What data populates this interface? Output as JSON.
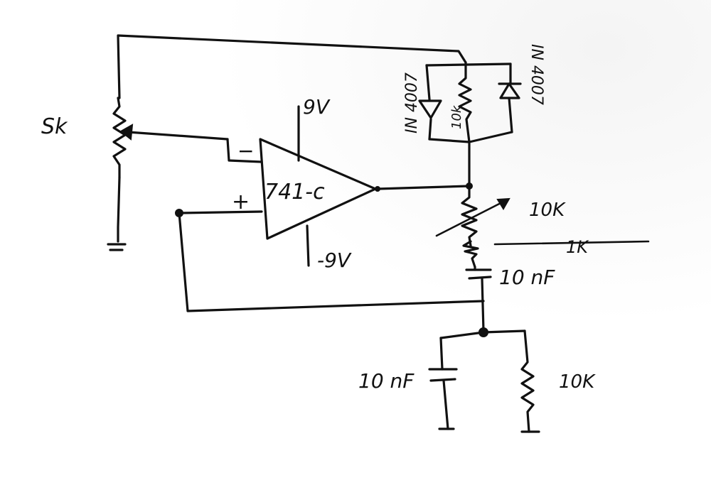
{
  "labels": {
    "pot_5k": "Sk",
    "opamp": "741-c",
    "vplus": "9V",
    "vminus": "-9V",
    "inv": "−",
    "noninv": "+",
    "diode_left": "IN 4007",
    "diode_right": "IN 4007",
    "res_feedback": "10k",
    "var_res": "10K",
    "fixed_res": "1K",
    "cap_series": "10 nF",
    "cap_shunt": "10 nF",
    "res_shunt": "10K"
  },
  "colors": {
    "ink": "#111111",
    "paper": "#ffffff"
  }
}
